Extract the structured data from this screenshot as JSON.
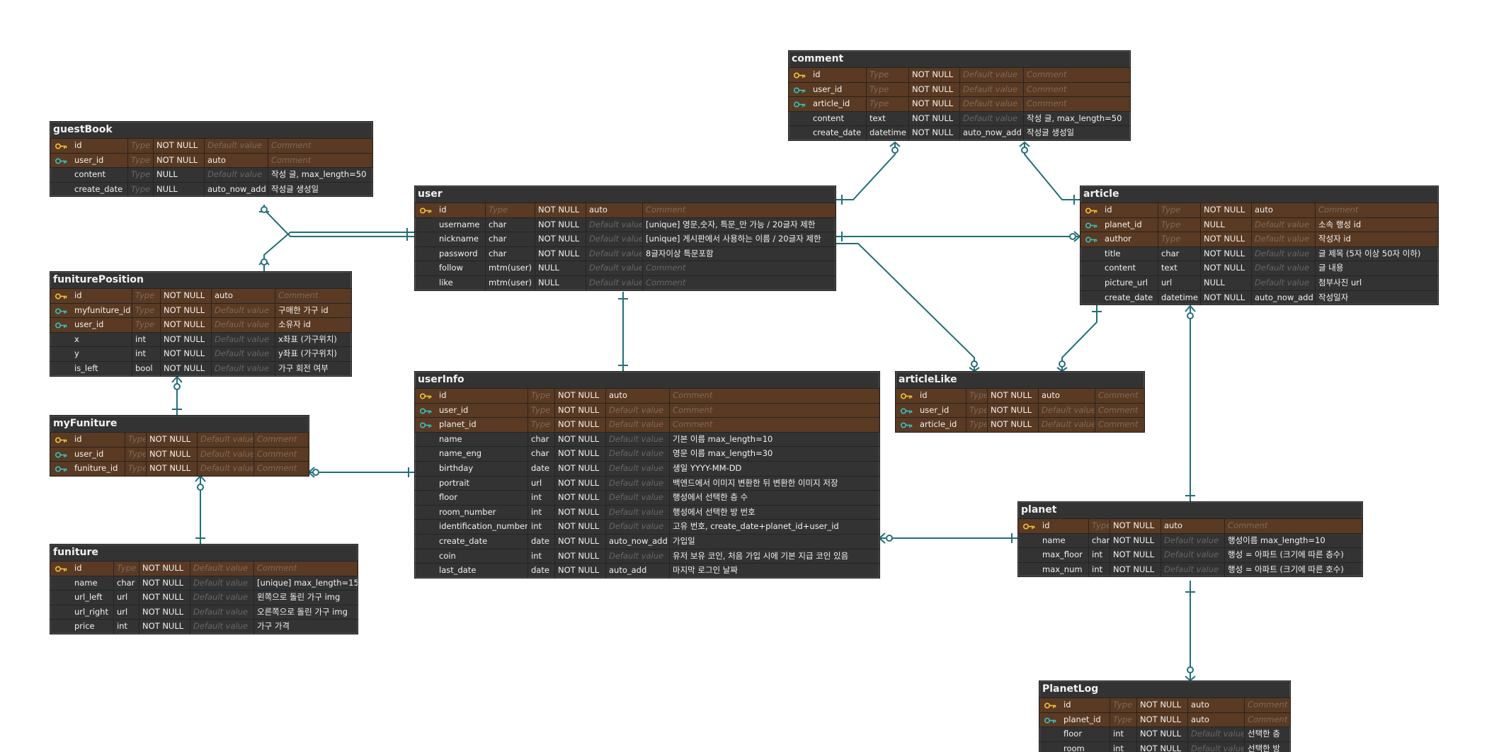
{
  "colors": {
    "primary_key": "#f4c430",
    "foreign_key": "#2fc4c4",
    "link": "#1e7078",
    "header_bg": "#333333",
    "key_row_bg": "#5a3a22"
  },
  "icons": {
    "primary": "key-icon",
    "foreign": "key-icon"
  },
  "placeholders": {
    "type": "Type",
    "default": "Default value",
    "comment": "Comment"
  },
  "entities": [
    {
      "name": "comment",
      "rows": [
        {
          "name": "id",
          "type": "",
          "nn": "NOT NULL",
          "dv": "",
          "cm": "",
          "key": "primary"
        },
        {
          "name": "user_id",
          "type": "",
          "nn": "NOT NULL",
          "dv": "",
          "cm": "",
          "key": "foreign"
        },
        {
          "name": "article_id",
          "type": "",
          "nn": "NOT NULL",
          "dv": "",
          "cm": "",
          "key": "foreign"
        },
        {
          "name": "content",
          "type": "text",
          "nn": "NOT NULL",
          "dv": "",
          "cm": "작성 글, max_length=50",
          "key": ""
        },
        {
          "name": "create_date",
          "type": "datetime",
          "nn": "NOT NULL",
          "dv": "auto_now_add",
          "cm": "작성글 생성일",
          "key": ""
        }
      ]
    },
    {
      "name": "guestBook",
      "rows": [
        {
          "name": "id",
          "type": "",
          "nn": "NOT NULL",
          "dv": "",
          "cm": "",
          "key": "primary"
        },
        {
          "name": "user_id",
          "type": "",
          "nn": "NOT NULL",
          "dv": "auto",
          "cm": "",
          "key": "foreign"
        },
        {
          "name": "content",
          "type": "",
          "nn": "NULL",
          "dv": "",
          "cm": "작성 글, max_length=50",
          "key": ""
        },
        {
          "name": "create_date",
          "type": "",
          "nn": "NULL",
          "dv": "auto_now_add",
          "cm": "작성글 생성일",
          "key": ""
        }
      ]
    },
    {
      "name": "user",
      "rows": [
        {
          "name": "id",
          "type": "",
          "nn": "NOT NULL",
          "dv": "auto",
          "cm": "",
          "key": "primary"
        },
        {
          "name": "username",
          "type": "char",
          "nn": "NOT NULL",
          "dv": "",
          "cm": "[unique] 영문,숫자, 특문_만 가능 / 20글자 제한",
          "key": ""
        },
        {
          "name": "nickname",
          "type": "char",
          "nn": "NOT NULL",
          "dv": "",
          "cm": "[unique] 게시판에서 사용하는 이름 / 20글자 제한",
          "key": ""
        },
        {
          "name": "password",
          "type": "char",
          "nn": "NOT NULL",
          "dv": "",
          "cm": "8글자이상 특문포함",
          "key": ""
        },
        {
          "name": "follow",
          "type": "mtm(user)",
          "nn": "NULL",
          "dv": "",
          "cm": "",
          "key": ""
        },
        {
          "name": "like",
          "type": "mtm(user)",
          "nn": "NULL",
          "dv": "",
          "cm": "",
          "key": ""
        }
      ]
    },
    {
      "name": "article",
      "rows": [
        {
          "name": "id",
          "type": "",
          "nn": "NOT NULL",
          "dv": "auto",
          "cm": "",
          "key": "primary"
        },
        {
          "name": "planet_id",
          "type": "",
          "nn": "NULL",
          "dv": "",
          "cm": "소속 행성 id",
          "key": "foreign"
        },
        {
          "name": "author",
          "type": "",
          "nn": "NOT NULL",
          "dv": "",
          "cm": "작성자 id",
          "key": "foreign"
        },
        {
          "name": "title",
          "type": "char",
          "nn": "NOT NULL",
          "dv": "",
          "cm": "글 제목 (5자 이상 50자 이하)",
          "key": ""
        },
        {
          "name": "content",
          "type": "text",
          "nn": "NOT NULL",
          "dv": "",
          "cm": "글 내용",
          "key": ""
        },
        {
          "name": "picture_url",
          "type": "url",
          "nn": "NULL",
          "dv": "",
          "cm": "첨부사진 url",
          "key": ""
        },
        {
          "name": "create_date",
          "type": "datetime",
          "nn": "NOT NULL",
          "dv": "auto_now_add",
          "cm": "작성일자",
          "key": ""
        }
      ]
    },
    {
      "name": "funiturePosition",
      "rows": [
        {
          "name": "id",
          "type": "",
          "nn": "NOT NULL",
          "dv": "auto",
          "cm": "",
          "key": "primary"
        },
        {
          "name": "myfuniture_id",
          "type": "",
          "nn": "NOT NULL",
          "dv": "",
          "cm": "구매한 가구 id",
          "key": "foreign"
        },
        {
          "name": "user_id",
          "type": "",
          "nn": "NOT NULL",
          "dv": "",
          "cm": "소유자 id",
          "key": "foreign"
        },
        {
          "name": "x",
          "type": "int",
          "nn": "NOT NULL",
          "dv": "",
          "cm": "x좌표 (가구위치)",
          "key": ""
        },
        {
          "name": "y",
          "type": "int",
          "nn": "NOT NULL",
          "dv": "",
          "cm": "y좌표 (가구위치)",
          "key": ""
        },
        {
          "name": "is_left",
          "type": "bool",
          "nn": "NOT NULL",
          "dv": "",
          "cm": "가구 회전 여부",
          "key": ""
        }
      ]
    },
    {
      "name": "myFuniture",
      "rows": [
        {
          "name": "id",
          "type": "",
          "nn": "NOT NULL",
          "dv": "",
          "cm": "",
          "key": "primary"
        },
        {
          "name": "user_id",
          "type": "",
          "nn": "NOT NULL",
          "dv": "",
          "cm": "",
          "key": "foreign"
        },
        {
          "name": "funiture_id",
          "type": "",
          "nn": "NOT NULL",
          "dv": "",
          "cm": "",
          "key": "foreign"
        }
      ]
    },
    {
      "name": "userInfo",
      "rows": [
        {
          "name": "id",
          "type": "",
          "nn": "NOT NULL",
          "dv": "auto",
          "cm": "",
          "key": "primary"
        },
        {
          "name": "user_id",
          "type": "",
          "nn": "NOT NULL",
          "dv": "",
          "cm": "",
          "key": "foreign"
        },
        {
          "name": "planet_id",
          "type": "",
          "nn": "NOT NULL",
          "dv": "",
          "cm": "",
          "key": "foreign"
        },
        {
          "name": "name",
          "type": "char",
          "nn": "NOT NULL",
          "dv": "",
          "cm": "기본 이름 max_length=10",
          "key": ""
        },
        {
          "name": "name_eng",
          "type": "char",
          "nn": "NOT NULL",
          "dv": "",
          "cm": "영문 이름 max_length=30",
          "key": ""
        },
        {
          "name": "birthday",
          "type": "date",
          "nn": "NOT NULL",
          "dv": "",
          "cm": "생일 YYYY-MM-DD",
          "key": ""
        },
        {
          "name": "portrait",
          "type": "url",
          "nn": "NOT NULL",
          "dv": "",
          "cm": "백엔드에서 이미지 변환한 뒤 변환한 이미지 저장",
          "key": ""
        },
        {
          "name": "floor",
          "type": "int",
          "nn": "NOT NULL",
          "dv": "",
          "cm": "행성에서 선택한 층 수",
          "key": ""
        },
        {
          "name": "room_number",
          "type": "int",
          "nn": "NOT NULL",
          "dv": "",
          "cm": "행성에서 선택한 방 번호",
          "key": ""
        },
        {
          "name": "identification_number",
          "type": "int",
          "nn": "NOT NULL",
          "dv": "",
          "cm": "고유 번호, create_date+planet_id+user_id",
          "key": ""
        },
        {
          "name": "create_date",
          "type": "date",
          "nn": "NOT NULL",
          "dv": "auto_now_add",
          "cm": "가입일",
          "key": ""
        },
        {
          "name": "coin",
          "type": "int",
          "nn": "NOT NULL",
          "dv": "",
          "cm": "유저 보유 코인, 처음 가입 시에 기본 지급 코인 있음",
          "key": ""
        },
        {
          "name": "last_date",
          "type": "date",
          "nn": "NOT NULL",
          "dv": "auto_add",
          "cm": "마지막 로그인 날짜",
          "key": ""
        }
      ]
    },
    {
      "name": "articleLike",
      "rows": [
        {
          "name": "id",
          "type": "",
          "nn": "NOT NULL",
          "dv": "auto",
          "cm": "",
          "key": "primary"
        },
        {
          "name": "user_id",
          "type": "",
          "nn": "NOT NULL",
          "dv": "",
          "cm": "",
          "key": "foreign"
        },
        {
          "name": "article_id",
          "type": "",
          "nn": "NOT NULL",
          "dv": "",
          "cm": "",
          "key": "foreign"
        }
      ]
    },
    {
      "name": "funiture",
      "rows": [
        {
          "name": "id",
          "type": "",
          "nn": "NOT NULL",
          "dv": "",
          "cm": "",
          "key": "primary"
        },
        {
          "name": "name",
          "type": "char",
          "nn": "NOT NULL",
          "dv": "",
          "cm": "[unique] max_length=15",
          "key": ""
        },
        {
          "name": "url_left",
          "type": "url",
          "nn": "NOT NULL",
          "dv": "",
          "cm": "왼쪽으로 돌린 가구 img",
          "key": ""
        },
        {
          "name": "url_right",
          "type": "url",
          "nn": "NOT NULL",
          "dv": "",
          "cm": "오른쪽으로 돌린 가구 img",
          "key": ""
        },
        {
          "name": "price",
          "type": "int",
          "nn": "NOT NULL",
          "dv": "",
          "cm": "가구 가격",
          "key": ""
        }
      ]
    },
    {
      "name": "planet",
      "rows": [
        {
          "name": "id",
          "type": "",
          "nn": "NOT NULL",
          "dv": "auto",
          "cm": "",
          "key": "primary"
        },
        {
          "name": "name",
          "type": "char",
          "nn": "NOT NULL",
          "dv": "",
          "cm": "행성이름 max_length=10",
          "key": ""
        },
        {
          "name": "max_floor",
          "type": "int",
          "nn": "NOT NULL",
          "dv": "",
          "cm": "행성 = 아파트 (크기에 따른 층수)",
          "key": ""
        },
        {
          "name": "max_num",
          "type": "int",
          "nn": "NOT NULL",
          "dv": "",
          "cm": "행성 = 아파트 (크기에 따른 호수)",
          "key": ""
        }
      ]
    },
    {
      "name": "PlanetLog",
      "rows": [
        {
          "name": "id",
          "type": "",
          "nn": "NOT NULL",
          "dv": "auto",
          "cm": "",
          "key": "primary"
        },
        {
          "name": "planet_id",
          "type": "",
          "nn": "NOT NULL",
          "dv": "auto",
          "cm": "",
          "key": "foreign"
        },
        {
          "name": "floor",
          "type": "int",
          "nn": "NOT NULL",
          "dv": "",
          "cm": "선택한 층",
          "key": ""
        },
        {
          "name": "room",
          "type": "int",
          "nn": "NOT NULL",
          "dv": "",
          "cm": "선택한 방",
          "key": ""
        }
      ]
    }
  ]
}
